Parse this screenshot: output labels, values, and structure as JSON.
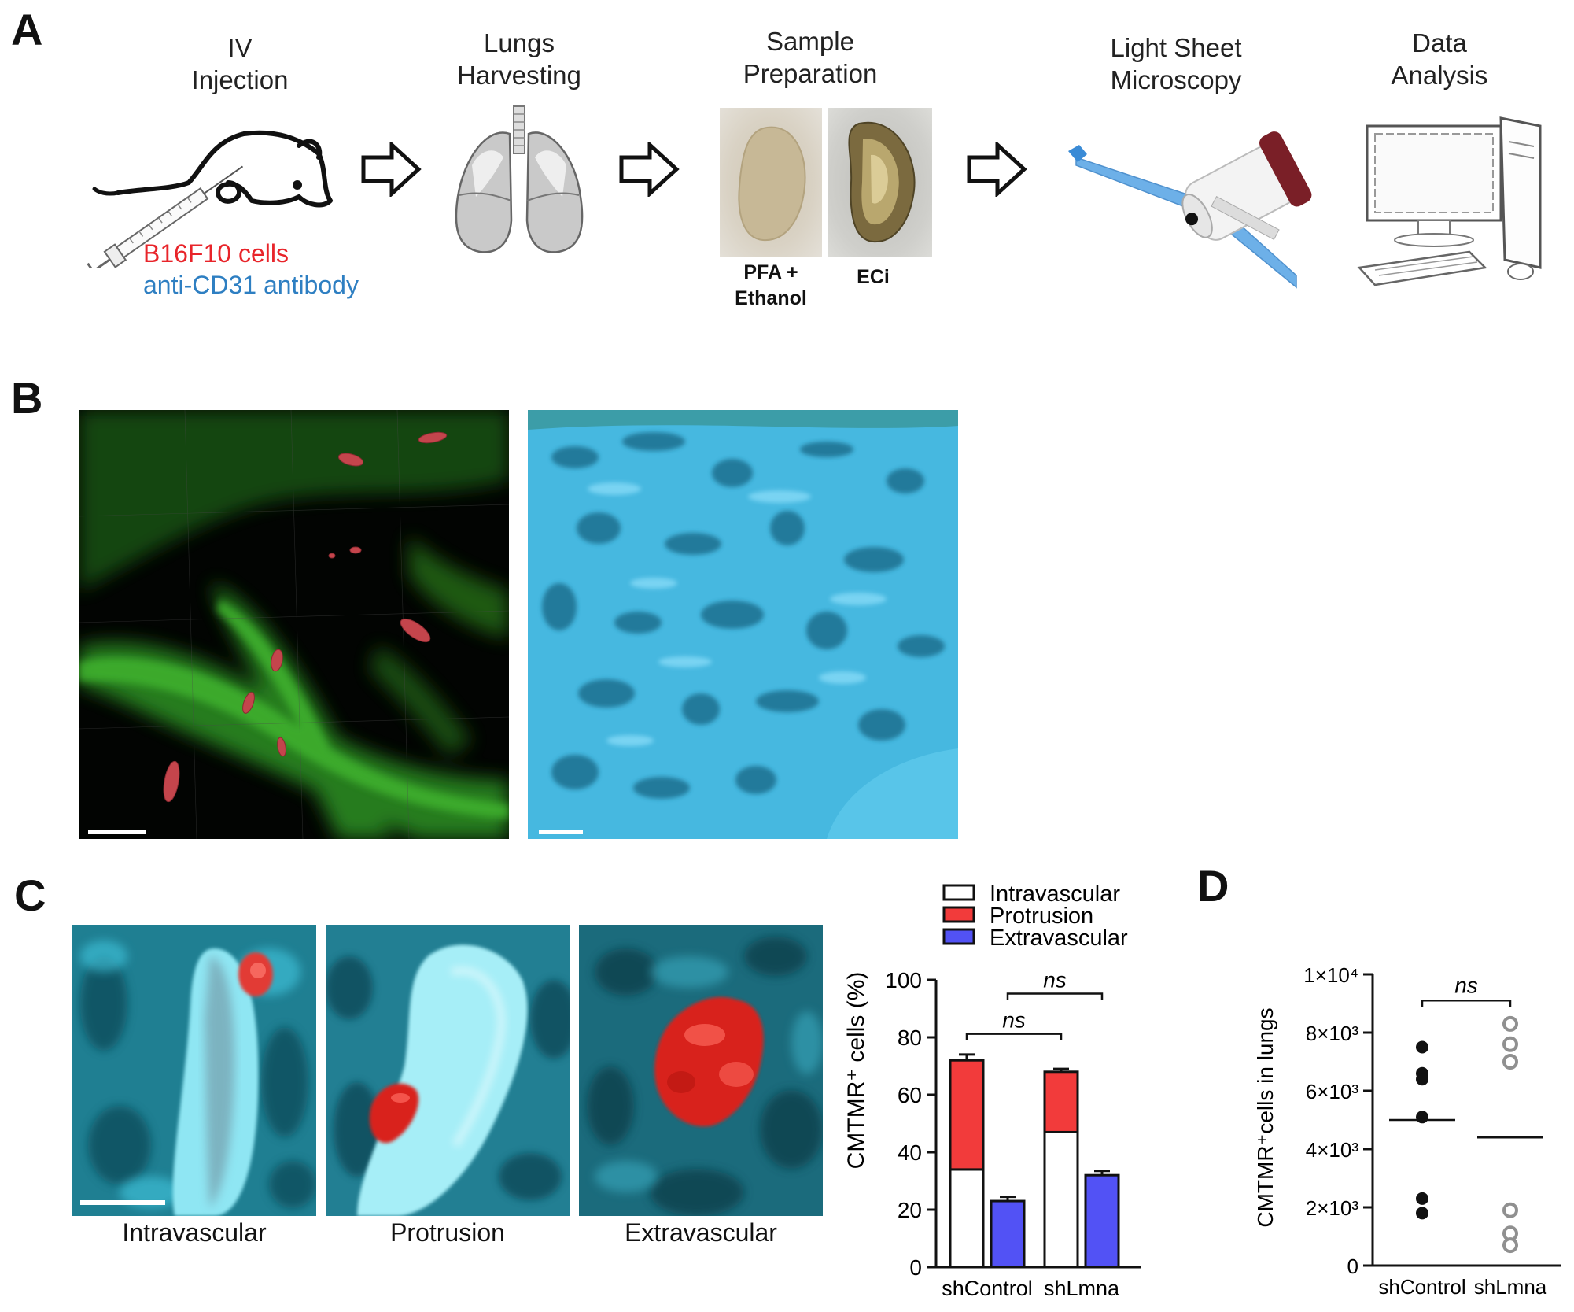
{
  "panels": {
    "a": "A",
    "b": "B",
    "c": "C",
    "d": "D"
  },
  "workflow": {
    "steps": [
      {
        "line1": "IV",
        "line2": "Injection"
      },
      {
        "line1": "Lungs",
        "line2": "Harvesting"
      },
      {
        "line1": "Sample",
        "line2": "Preparation"
      },
      {
        "line1": "Light Sheet",
        "line2": "Microscopy"
      },
      {
        "line1": "Data",
        "line2": "Analysis"
      }
    ],
    "injection_cells": "B16F10 cells",
    "injection_antibody": "anti-CD31 antibody",
    "sample_left_label_1": "PFA +",
    "sample_left_label_2": "Ethanol",
    "sample_right_label": "ECi",
    "colors": {
      "cells": "#e8242a",
      "antibody": "#2e7fc2"
    }
  },
  "panel_c": {
    "captions": [
      "Intravascular",
      "Protrusion",
      "Extravascular"
    ]
  },
  "chart_data": [
    {
      "type": "bar",
      "stacked": true,
      "ylabel": "CMTMR⁺ cells (%)",
      "ylim": [
        0,
        100
      ],
      "yticks": [
        0,
        20,
        40,
        60,
        80,
        100
      ],
      "categories": [
        "shControl",
        "shLmna"
      ],
      "series": [
        {
          "name": "Intravascular",
          "color": "#ffffff",
          "values": [
            34,
            47
          ],
          "err": [
            1,
            1.5
          ]
        },
        {
          "name": "Protrusion",
          "color": "#f23b3b",
          "values": [
            38,
            21
          ],
          "err": [
            2,
            1
          ]
        },
        {
          "name": "Extravascular",
          "color": "#5252f5",
          "values": [
            23,
            32
          ],
          "err": [
            1.5,
            1.5
          ]
        }
      ],
      "annotations": [
        {
          "text": "ns",
          "from": "shControl",
          "to": "shLmna",
          "level": "lower"
        },
        {
          "text": "ns",
          "from": "shControl",
          "to": "shLmna",
          "level": "upper"
        }
      ],
      "legend": "top"
    },
    {
      "type": "scatter",
      "ylabel": "CMTMR⁺cells in lungs",
      "ylim": [
        0,
        10000
      ],
      "yticks": [
        "0",
        "2×10³",
        "4×10³",
        "6×10³",
        "8×10³",
        "1×10⁴"
      ],
      "categories": [
        "shControl",
        "shLmna"
      ],
      "groups": [
        {
          "name": "shControl",
          "fill": "#111111",
          "values": [
            7500,
            6600,
            6400,
            5100,
            2300,
            1800
          ],
          "mean": 5000
        },
        {
          "name": "shLmna",
          "fill": "none",
          "stroke": "#909090",
          "values": [
            8300,
            7600,
            7000,
            1900,
            1100,
            700
          ],
          "mean": 4400
        }
      ],
      "annotations": [
        {
          "text": "ns",
          "from": "shControl",
          "to": "shLmna"
        }
      ]
    }
  ]
}
